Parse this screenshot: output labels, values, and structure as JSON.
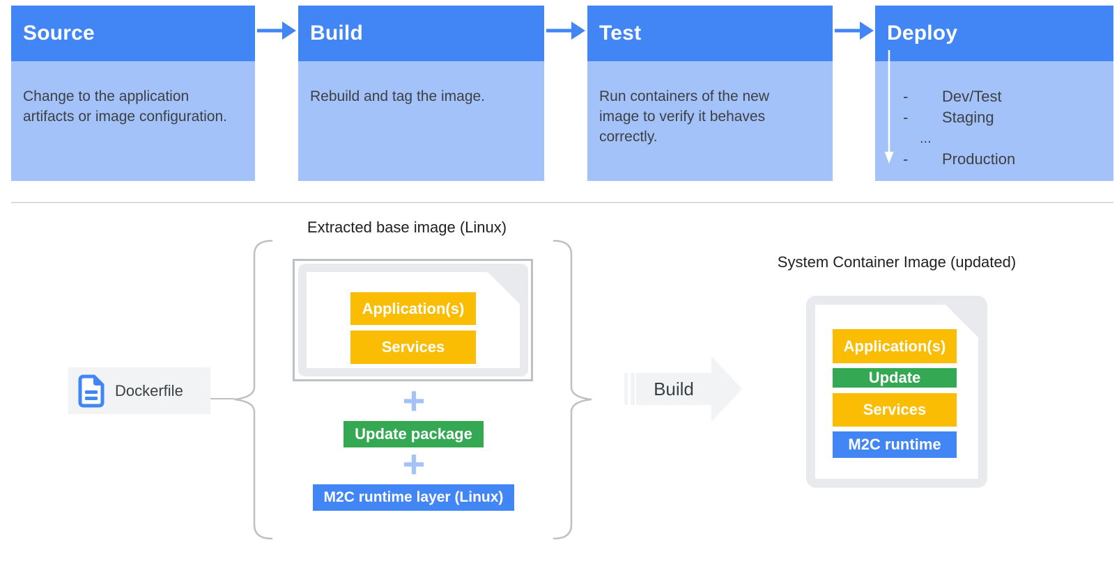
{
  "pipeline": {
    "stages": [
      {
        "title": "Source",
        "description": "Change to the application artifacts or image configuration."
      },
      {
        "title": "Build",
        "description": "Rebuild and tag the image."
      },
      {
        "title": "Test",
        "description": "Run containers of the new image to verify it behaves correctly."
      },
      {
        "title": "Deploy",
        "description": ""
      }
    ],
    "deploy_environments": [
      {
        "bullet": "-",
        "label": "Dev/Test"
      },
      {
        "bullet": "-",
        "label": "Staging"
      },
      {
        "bullet": "",
        "label": "..."
      },
      {
        "bullet": "-",
        "label": "Production"
      }
    ]
  },
  "build_flow": {
    "dockerfile": {
      "label": "Dockerfile"
    },
    "extracted_base_image": {
      "title": "Extracted base image (Linux)",
      "doc_layers": [
        {
          "label": "Application(s)",
          "color": "#FBBC04"
        },
        {
          "label": "Services",
          "color": "#FBBC04"
        }
      ],
      "plus": "+",
      "additions": [
        {
          "label": "Update package",
          "color": "#34A853"
        },
        {
          "label": "M2C runtime layer (Linux)",
          "color": "#4285F4"
        }
      ]
    },
    "build_arrow_label": "Build",
    "system_container_image": {
      "title": "System Container Image (updated)",
      "layers": [
        {
          "label": "Application(s)",
          "color": "#FBBC04"
        },
        {
          "label": "Update",
          "color": "#34A853"
        },
        {
          "label": "Services",
          "color": "#FBBC04"
        },
        {
          "label": "M2C runtime",
          "color": "#4285F4"
        }
      ]
    }
  },
  "colors": {
    "header_blue": "#4285F4",
    "body_light_blue": "#A4C2FA",
    "yellow": "#FBBC04",
    "green": "#34A853",
    "blue": "#4285F4",
    "chip_gray": "#F1F3F4",
    "doc_gray": "#E8EAED",
    "outline_gray": "#BDC1C6",
    "divider_gray": "#DADCE0",
    "text_dark_gray": "#3C4043",
    "text_black": "#202124"
  }
}
